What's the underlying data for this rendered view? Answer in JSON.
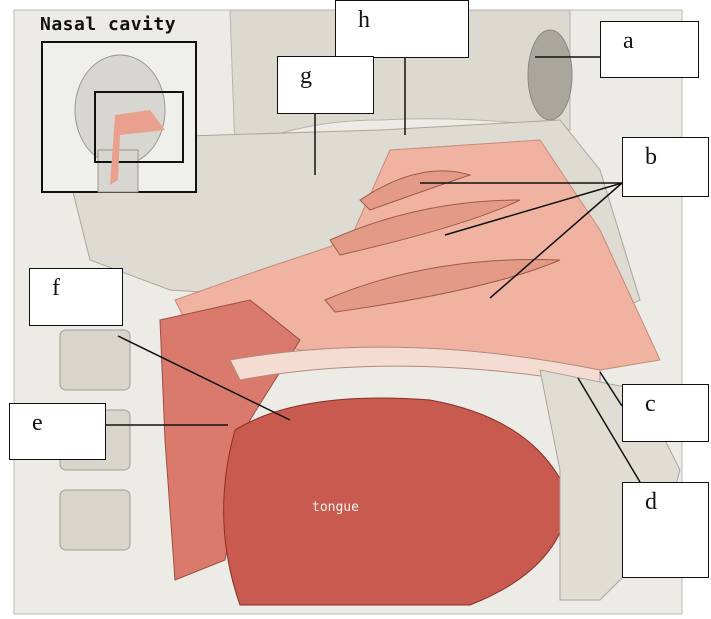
{
  "diagram": {
    "title": "Nasal cavity",
    "organ_label": "tongue",
    "labels": {
      "a": "a",
      "b": "b",
      "c": "c",
      "d": "d",
      "e": "e",
      "f": "f",
      "g": "g",
      "h": "h"
    }
  },
  "colors": {
    "bone": "#e4e2dc",
    "tissue": "#f2b5a5",
    "muscle": "#c9574f",
    "line": "#111111"
  }
}
